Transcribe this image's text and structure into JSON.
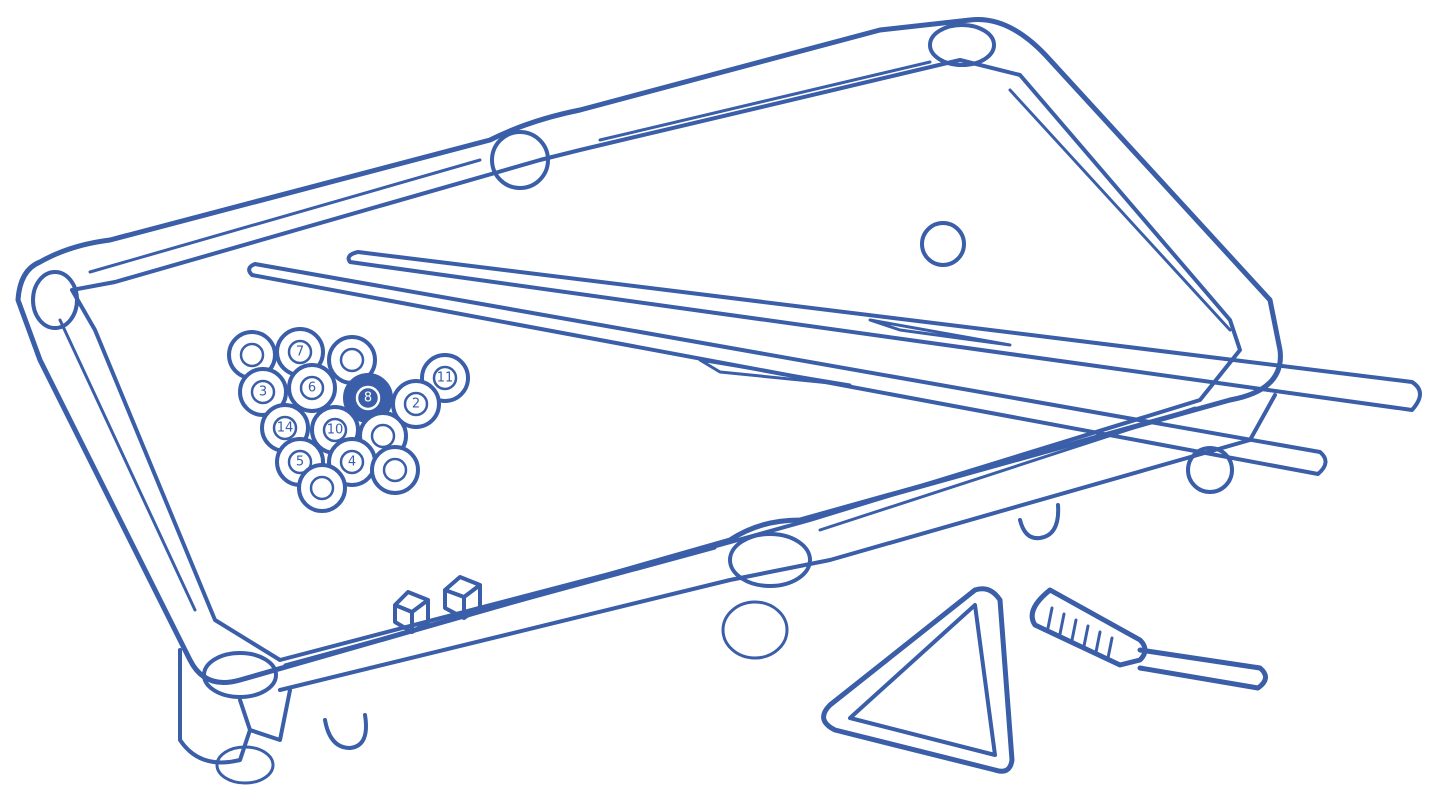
{
  "colors": {
    "ink": "#3a5ea8",
    "paper": "#ffffff"
  },
  "balls": [
    {
      "label": "",
      "solid": false
    },
    {
      "label": "7",
      "solid": false
    },
    {
      "label": "",
      "solid": false
    },
    {
      "label": "3",
      "solid": false
    },
    {
      "label": "6",
      "solid": false
    },
    {
      "label": "8",
      "solid": true
    },
    {
      "label": "11",
      "solid": false
    },
    {
      "label": "14",
      "solid": false
    },
    {
      "label": "10",
      "solid": false
    },
    {
      "label": "2",
      "solid": false
    },
    {
      "label": "",
      "solid": false
    },
    {
      "label": "4",
      "solid": false
    },
    {
      "label": "5",
      "solid": false
    },
    {
      "label": "",
      "solid": false
    },
    {
      "label": "",
      "solid": false
    }
  ]
}
